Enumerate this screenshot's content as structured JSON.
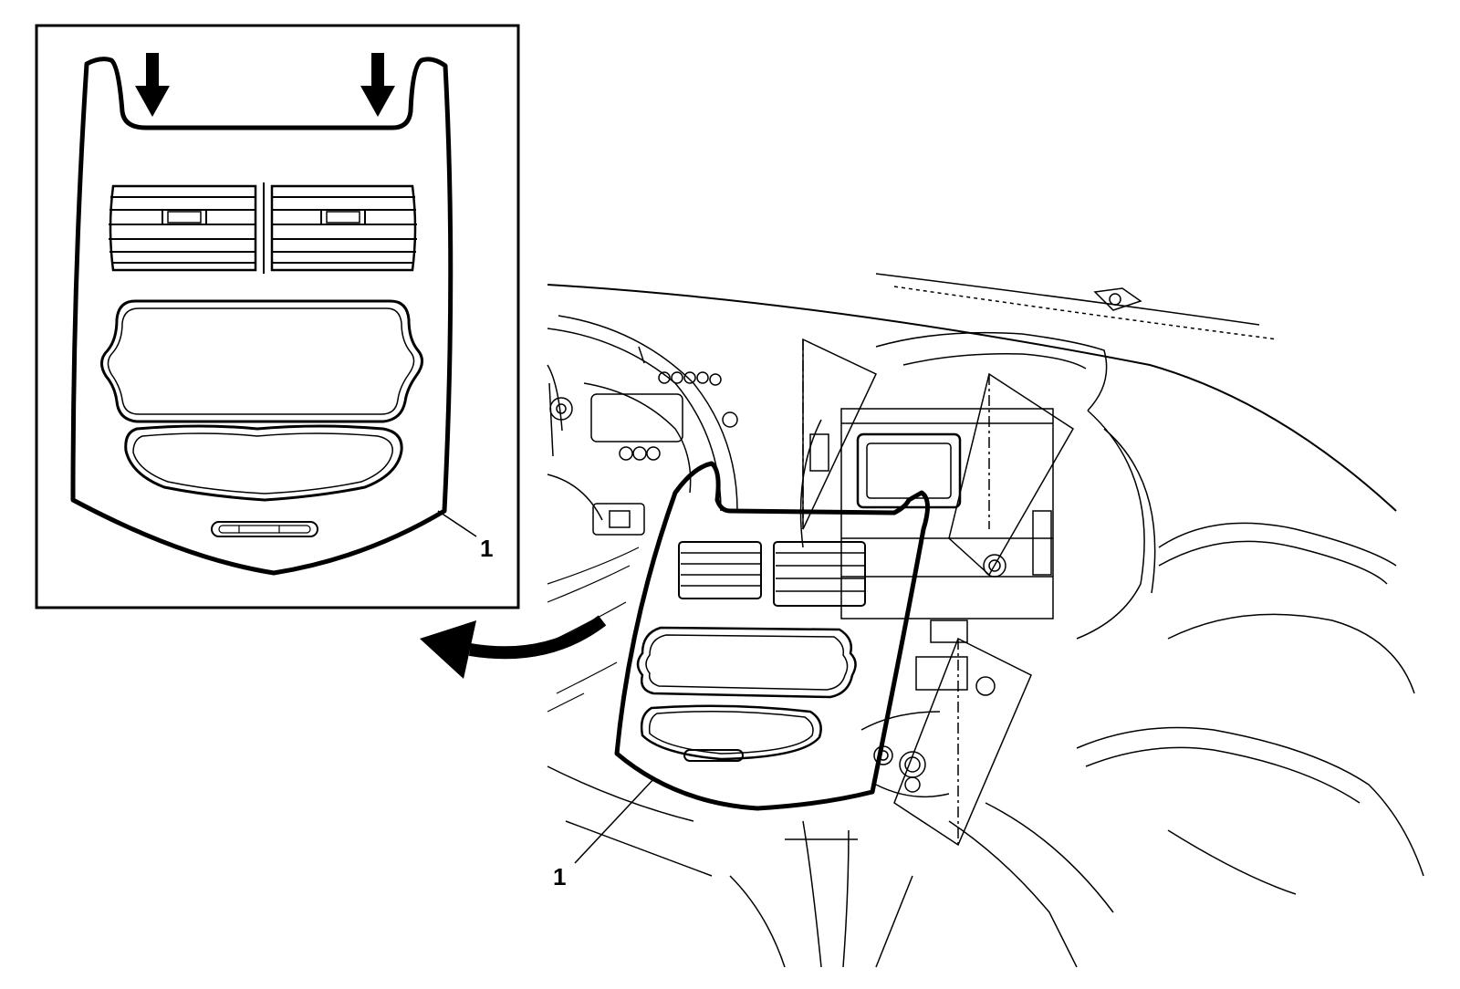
{
  "diagram": {
    "callouts": [
      {
        "id": "inset",
        "label": "1"
      },
      {
        "id": "main",
        "label": "1"
      }
    ],
    "colors": {
      "line": "#000000",
      "background": "#ffffff"
    },
    "icons": {
      "inset_push_arrows": "down-arrow-icon",
      "direction_arrow": "curved-arrow-icon"
    }
  }
}
